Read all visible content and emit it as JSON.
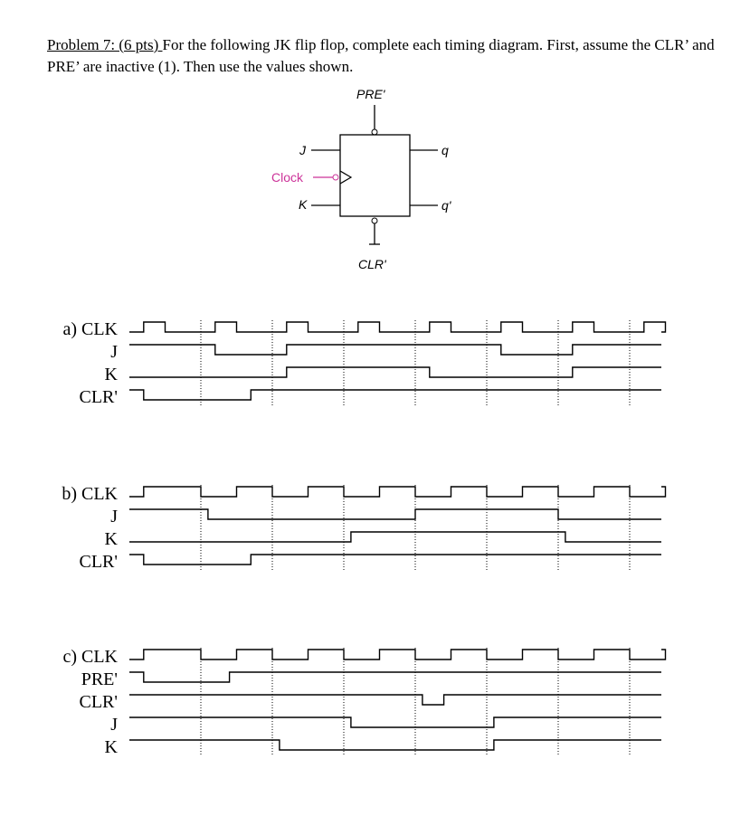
{
  "problem": {
    "heading": "Problem 7:  (6 pts) ",
    "text": "For the following JK flip flop, complete each timing diagram.  First, assume the CLR’ and PRE’ are inactive (1).  Then use the values shown."
  },
  "flipflop": {
    "pre_label": "PRE'",
    "clr_label": "CLR'",
    "j_label": "J",
    "k_label": "K",
    "clock_label": "Clock",
    "q_label": "q",
    "qbar_label": "q'",
    "clock_color": "#cc3399"
  },
  "timing": {
    "grid_times": [
      1,
      2,
      3,
      4,
      5,
      6,
      7
    ],
    "t_max": 7.5,
    "diagrams": [
      {
        "id": "a",
        "signals": [
          {
            "label": "a) CLK",
            "initial": 0,
            "transitions": [
              0.2,
              0.5,
              1.2,
              1.5,
              2.2,
              2.5,
              3.2,
              3.5,
              4.2,
              4.5,
              5.2,
              5.5,
              6.2,
              6.5,
              7.2,
              7.5
            ]
          },
          {
            "label": "J",
            "initial": 1,
            "transitions": [
              1.2,
              2.2,
              5.2,
              6.2
            ]
          },
          {
            "label": "K",
            "initial": 0,
            "transitions": [
              2.2,
              4.2,
              6.2
            ]
          },
          {
            "label": "CLR'",
            "initial": 1,
            "transitions": [
              0.2,
              1.7
            ]
          }
        ]
      },
      {
        "id": "b",
        "signals": [
          {
            "label": "b) CLK",
            "initial": 0,
            "transitions": [
              0.2,
              1.0,
              1.5,
              2.0,
              2.5,
              3.0,
              3.5,
              4.0,
              4.5,
              5.0,
              5.5,
              6.0,
              6.5,
              7.0,
              7.5
            ]
          },
          {
            "label": "J",
            "initial": 1,
            "transitions": [
              1.1,
              4.0,
              6.0
            ]
          },
          {
            "label": "K",
            "initial": 0,
            "transitions": [
              3.1,
              6.1
            ]
          },
          {
            "label": "CLR'",
            "initial": 1,
            "transitions": [
              0.2,
              1.7
            ]
          }
        ]
      },
      {
        "id": "c",
        "signals": [
          {
            "label": "c) CLK",
            "initial": 0,
            "transitions": [
              0.2,
              1.0,
              1.5,
              2.0,
              2.5,
              3.0,
              3.5,
              4.0,
              4.5,
              5.0,
              5.5,
              6.0,
              6.5,
              7.0,
              7.5
            ]
          },
          {
            "label": "PRE'",
            "initial": 1,
            "transitions": [
              0.2,
              1.4
            ]
          },
          {
            "label": "CLR'",
            "initial": 1,
            "transitions": [
              4.1,
              4.4
            ]
          },
          {
            "label": "J",
            "initial": 1,
            "transitions": [
              3.1,
              5.1
            ]
          },
          {
            "label": "K",
            "initial": 1,
            "transitions": [
              2.1,
              5.1
            ]
          }
        ]
      }
    ]
  }
}
